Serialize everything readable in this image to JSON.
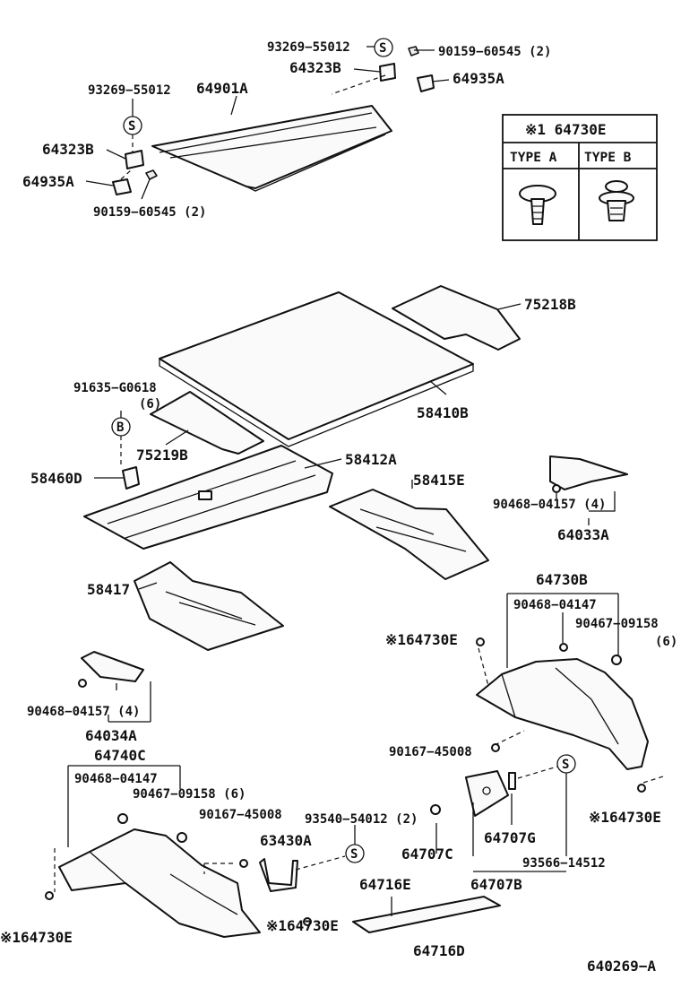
{
  "labels": {
    "p93269_top": "93269−55012",
    "p90159_top": "90159−60545 (2)",
    "p64323b_top": "64323B",
    "p64935a_top": "64935A",
    "p93269_left": "93269−55012",
    "p64901a": "64901A",
    "p64323b_left": "64323B",
    "p64935a_left": "64935A",
    "p90159_left": "90159−60545 (2)",
    "p75218b": "75218B",
    "p91635": "91635−G0618",
    "p91635_qty": "(6)",
    "p58410b": "58410B",
    "p75219b": "75219B",
    "p58412a": "58412A",
    "p58460d": "58460D",
    "p58415e": "58415E",
    "p90468_r": "90468−04157 (4)",
    "p64033a": "64033A",
    "p58417": "58417",
    "p64730b": "64730B",
    "p90468_04147_r": "90468−04147",
    "p90467_r": "90467−09158",
    "p90467_r_qty": "(6)",
    "p164730e_r1": "※164730E",
    "p90468_l": "90468−04157 (4)",
    "p64034a": "64034A",
    "p90167_r": "90167−45008",
    "p164730e_r2": "※164730E",
    "p64740c": "64740C",
    "p90468_04147_l": "90468−04147",
    "p90467_l": "90467−09158 (6)",
    "p90167_l": "90167−45008",
    "p93540": "93540−54012 (2)",
    "p63430a": "63430A",
    "p64707c": "64707C",
    "p64707g": "64707G",
    "p93566": "93566−14512",
    "p64707b": "64707B",
    "p64716e": "64716E",
    "p64716d": "64716D",
    "p164730e_l": "※164730E",
    "p164730e_c": "※164730E",
    "diagram_code": "640269−A"
  },
  "symbols": {
    "s_top": "S",
    "s_left": "S",
    "b_mark": "B",
    "s_right": "S",
    "s_center": "S"
  },
  "legend": {
    "title": "※1 64730E",
    "type_a": "TYPE A",
    "type_b": "TYPE B"
  }
}
